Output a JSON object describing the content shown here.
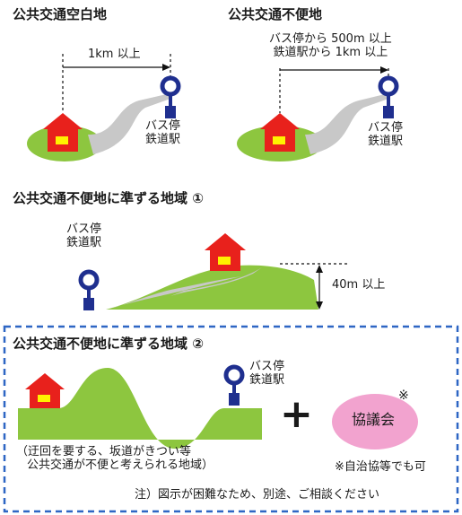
{
  "panel_a": {
    "title": "公共交通空白地",
    "distance": "1km 以上",
    "stop_lines": [
      "バス停",
      "鉄道駅"
    ]
  },
  "panel_b": {
    "title": "公共交通不便地",
    "distance_lines": [
      "バス停から 500m 以上",
      "鉄道駅から 1km 以上"
    ],
    "stop_lines": [
      "バス停",
      "鉄道駅"
    ]
  },
  "panel_c": {
    "title": "公共交通不便地に準ずる地域 ①",
    "stop_lines": [
      "バス停",
      "鉄道駅"
    ],
    "height": "40m 以上"
  },
  "panel_d": {
    "title": "公共交通不便地に準ずる地域 ②",
    "stop_lines": [
      "バス停",
      "鉄道駅"
    ],
    "plus": "+",
    "council_mark": "※",
    "council": "協議会",
    "note_lines": [
      "（迂回を要する、坂道がきつい等",
      "公共交通が不便と考えられる地域）"
    ],
    "council_note": "※自治協等でも可",
    "footer": "注）図示が困難なため、別途、ご相談ください"
  },
  "colors": {
    "ground": "#8dc63f",
    "house": "#e8211c",
    "window": "#fff200",
    "stop": "#1f2f8f",
    "road": "#c8c8c8",
    "frame": "#2e66c4",
    "council": "#f2a3cf"
  }
}
